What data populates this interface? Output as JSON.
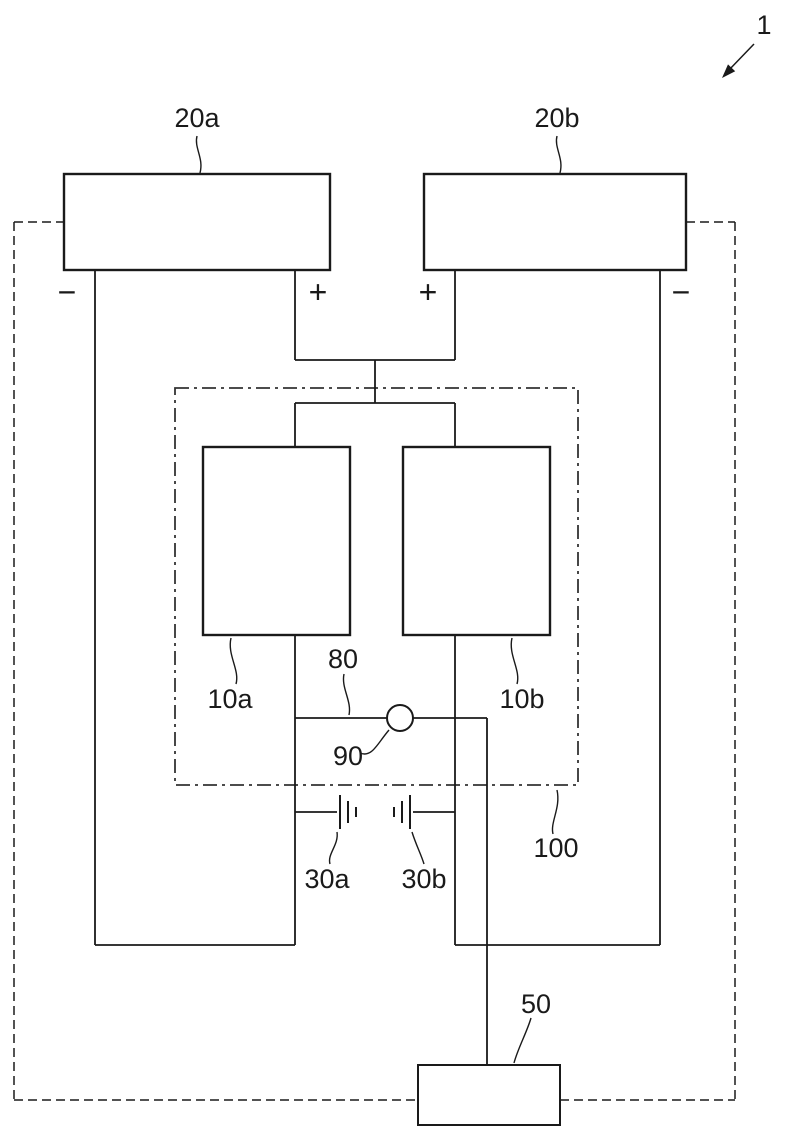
{
  "figure": {
    "ref": "1",
    "labels": {
      "l20a": "20a",
      "l20b": "20b",
      "l10a": "10a",
      "l10b": "10b",
      "l80": "80",
      "l90": "90",
      "l30a": "30a",
      "l30b": "30b",
      "l100": "100",
      "l50": "50"
    },
    "polarity": {
      "outer_left": "−",
      "inner_left": "+",
      "inner_right": "+",
      "outer_right": "−"
    },
    "colors": {
      "ink": "#1a1a1a",
      "background": "#ffffff"
    }
  }
}
